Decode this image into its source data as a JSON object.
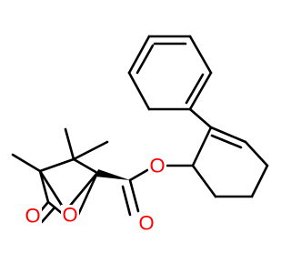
{
  "molecule": {
    "atoms": {
      "ester_oxygen": "O",
      "carbonyl_oxygen": "O",
      "ring_oxygen": "O",
      "lactone_carbonyl_oxygen": "O"
    },
    "colors": {
      "bond": "#000000",
      "oxygen_label": "#ff0000",
      "background": "#ffffff"
    }
  }
}
